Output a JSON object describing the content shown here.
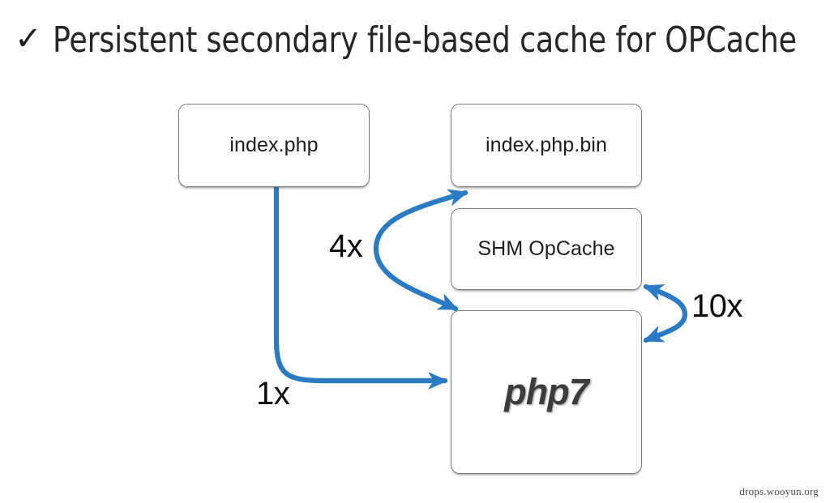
{
  "slide": {
    "title": {
      "check_icon": "✓",
      "text": "Persistent secondary file-based cache for OPCache"
    },
    "background_color": "#ffffff"
  },
  "diagram": {
    "accent_color": "#2b7ac4",
    "box_border_color": "#7b7b7b",
    "nodes": [
      {
        "id": "index-php",
        "label": "index.php"
      },
      {
        "id": "index-bin",
        "label": "index.php.bin"
      },
      {
        "id": "shm-opcache",
        "label": "SHM OpCache"
      },
      {
        "id": "php7",
        "label": "php7"
      }
    ],
    "connections": [
      {
        "id": "index-to-php7",
        "label": "1x",
        "from": "index.php",
        "to": "php7",
        "heads": "single"
      },
      {
        "id": "bin-to-php7",
        "label": "4x",
        "from": "index.php.bin",
        "to": "php7",
        "heads": "double"
      },
      {
        "id": "shm-to-php7",
        "label": "10x",
        "from": "SHM OpCache",
        "to": "php7",
        "heads": "double"
      }
    ]
  },
  "watermark": {
    "text": "drops.wooyun.org"
  }
}
